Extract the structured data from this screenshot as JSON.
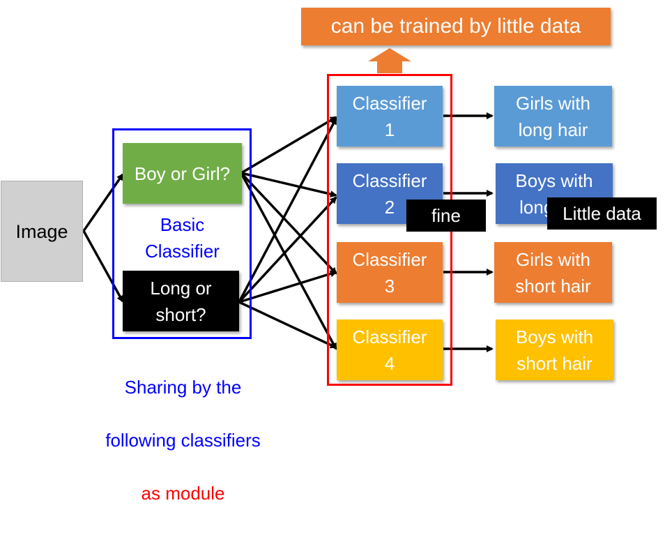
{
  "banner": {
    "text": "can be trained by little data",
    "color": "#ED7D31"
  },
  "image_box": {
    "text": "Image"
  },
  "basic": {
    "gender_q": "Boy or Girl?",
    "length_q": "Long or\nshort?",
    "caption": "Basic\nClassifier",
    "sharing_line1": "Sharing by the",
    "sharing_line2": "following classifiers",
    "sharing_line3": "as module",
    "frame_color": "#0000FF"
  },
  "classifiers": [
    {
      "label": "Classifier\n1",
      "color": "#5B9BD5"
    },
    {
      "label": "Classifier\n2",
      "color": "#4472C4"
    },
    {
      "label": "Classifier\n3",
      "color": "#ED7D31"
    },
    {
      "label": "Classifier\n4",
      "color": "#FFC000"
    }
  ],
  "outputs": [
    {
      "label": "Girls with\nlong hair",
      "color": "#5B9BD5"
    },
    {
      "label": "Boys with\nlong hair",
      "color": "#4472C4"
    },
    {
      "label": "Girls with\nshort hair",
      "color": "#ED7D31"
    },
    {
      "label": "Boys with\nshort hair",
      "color": "#FFC000"
    }
  ],
  "tags": {
    "fine": "fine",
    "little": "Little data"
  },
  "classifier_frame_color": "#FF0000"
}
